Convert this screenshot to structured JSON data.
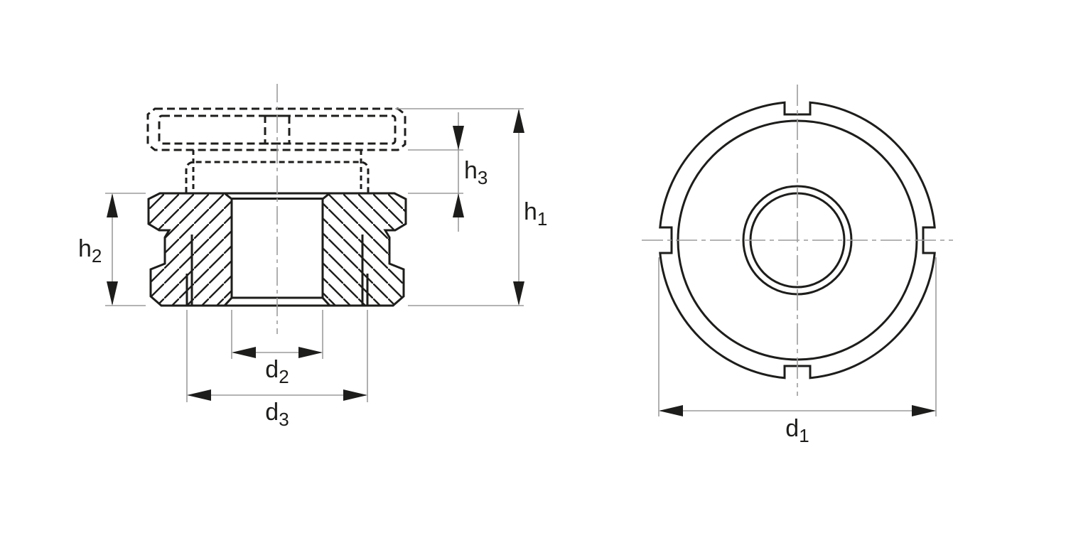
{
  "drawing": {
    "colors": {
      "background": "#ffffff",
      "edge": "#1d1d1b",
      "dimension_line": "#9c9c9c",
      "label_text": "#1d1d1b"
    },
    "labels": {
      "h1": {
        "base": "h",
        "sub": "1"
      },
      "h2": {
        "base": "h",
        "sub": "2"
      },
      "h3": {
        "base": "h",
        "sub": "3"
      },
      "d1": {
        "base": "d",
        "sub": "1"
      },
      "d2": {
        "base": "d",
        "sub": "2"
      },
      "d3": {
        "base": "d",
        "sub": "3"
      }
    }
  }
}
